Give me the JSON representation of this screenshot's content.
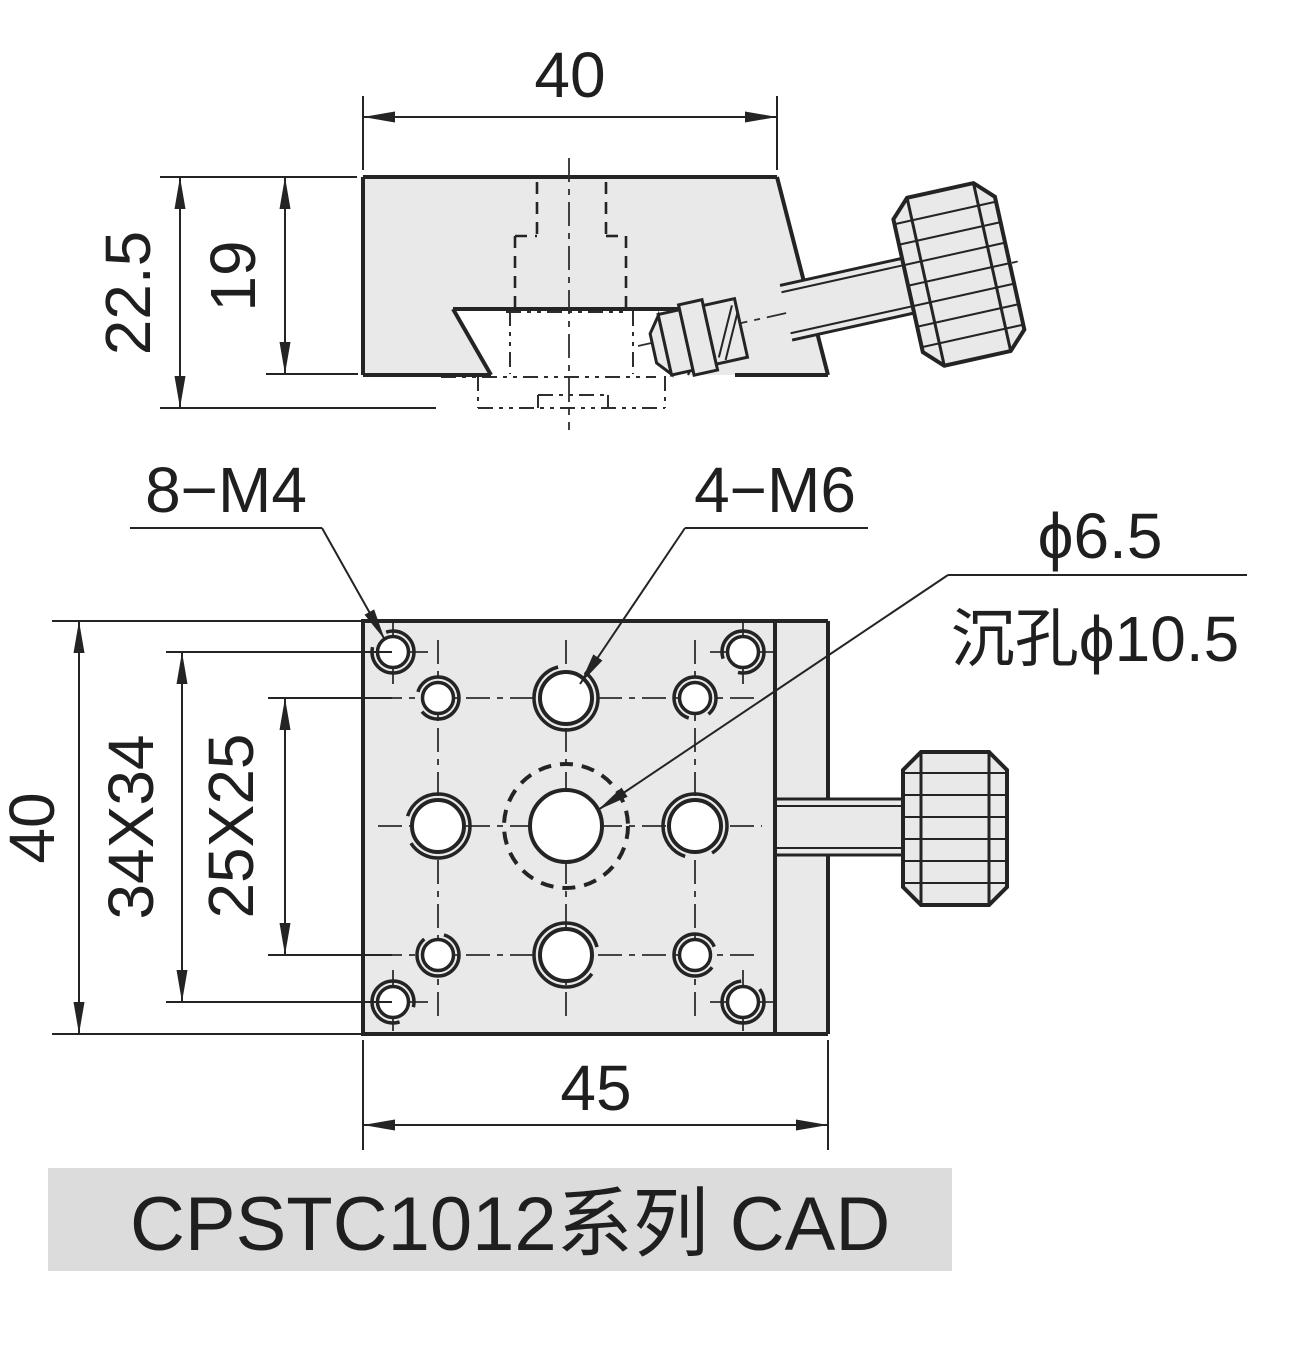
{
  "drawing": {
    "series_code": "CPSTC1012",
    "type": "CAD orthographic drawing"
  },
  "title_block": {
    "text": "CPSTC1012系列 CAD",
    "background": "#dcdcdc"
  },
  "side_view": {
    "dim_width_top": "40",
    "dim_height_overall": "22.5",
    "dim_height_body": "19"
  },
  "plan_view": {
    "dim_height_left": "40",
    "dim_square_outer": "34X34",
    "dim_square_inner": "25X25",
    "dim_width_bottom": "45",
    "label_m4_holes": "8−M4",
    "label_m6_holes": "4−M6",
    "label_center_hole": "ϕ6.5",
    "label_counterbore": "沉孔ϕ10.5"
  },
  "colors": {
    "part_fill": "#e9e9e9",
    "line": "#242424",
    "title_background": "#dcdcdc",
    "hole_fill": "#ffffff"
  }
}
